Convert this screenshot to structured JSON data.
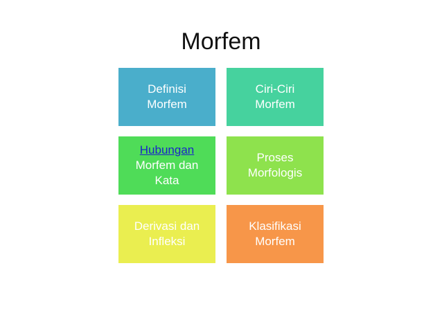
{
  "title": "Morfem",
  "tiles": [
    {
      "lines": [
        "Definisi",
        "Morfem"
      ],
      "color": "#4aaecb"
    },
    {
      "lines": [
        "Ciri-Ciri",
        "Morfem"
      ],
      "color": "#46d29e"
    },
    {
      "link": "Hubungan",
      "lines": [
        "Morfem dan",
        "Kata"
      ],
      "color": "#4fdc58"
    },
    {
      "lines": [
        "Proses",
        "Morfologis"
      ],
      "color": "#8ee24d"
    },
    {
      "lines": [
        "Derivasi dan",
        "Infleksi"
      ],
      "color": "#eaee50"
    },
    {
      "lines": [
        "Klasifikasi",
        "Morfem"
      ],
      "color": "#f79649"
    }
  ]
}
